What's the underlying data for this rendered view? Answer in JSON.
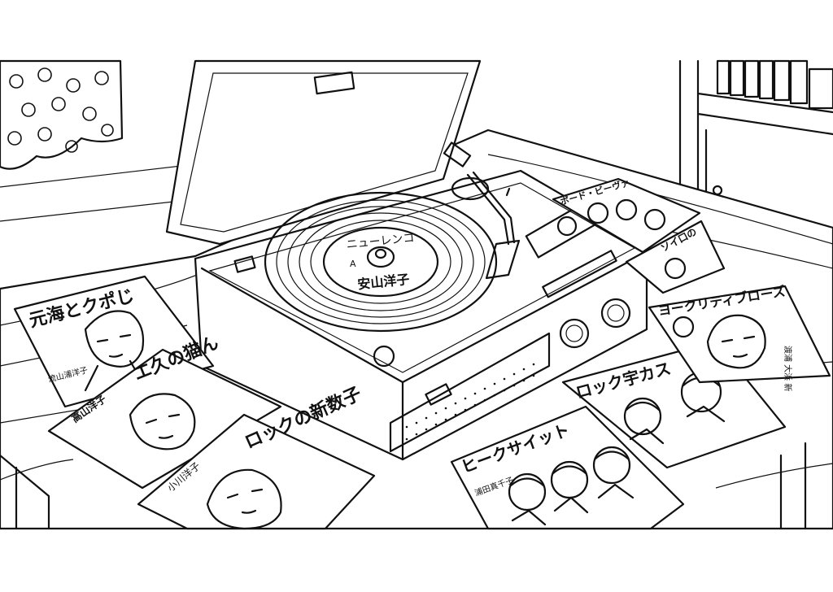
{
  "record_label": {
    "title": "ニューレンコ",
    "artist": "安山洋子",
    "side": "A"
  },
  "jackets": [
    {
      "title": "元海とクポじ",
      "artist": "流山浦洋子"
    },
    {
      "title": "エ久の猫ん",
      "artist": "高山洋子"
    },
    {
      "title": "ロックの新数子",
      "artist": "小川洋子"
    },
    {
      "title": "ヒークサイット",
      "artist": "浦田真千子"
    },
    {
      "title": "ロック宇カス",
      "artist": ""
    },
    {
      "title": "ヨークリティブローズ",
      "artist": "渡浦 大浜 新"
    },
    {
      "title": "ソイ口の",
      "artist": ""
    },
    {
      "title": "ボード・ビーヴァ",
      "artist": ""
    }
  ]
}
